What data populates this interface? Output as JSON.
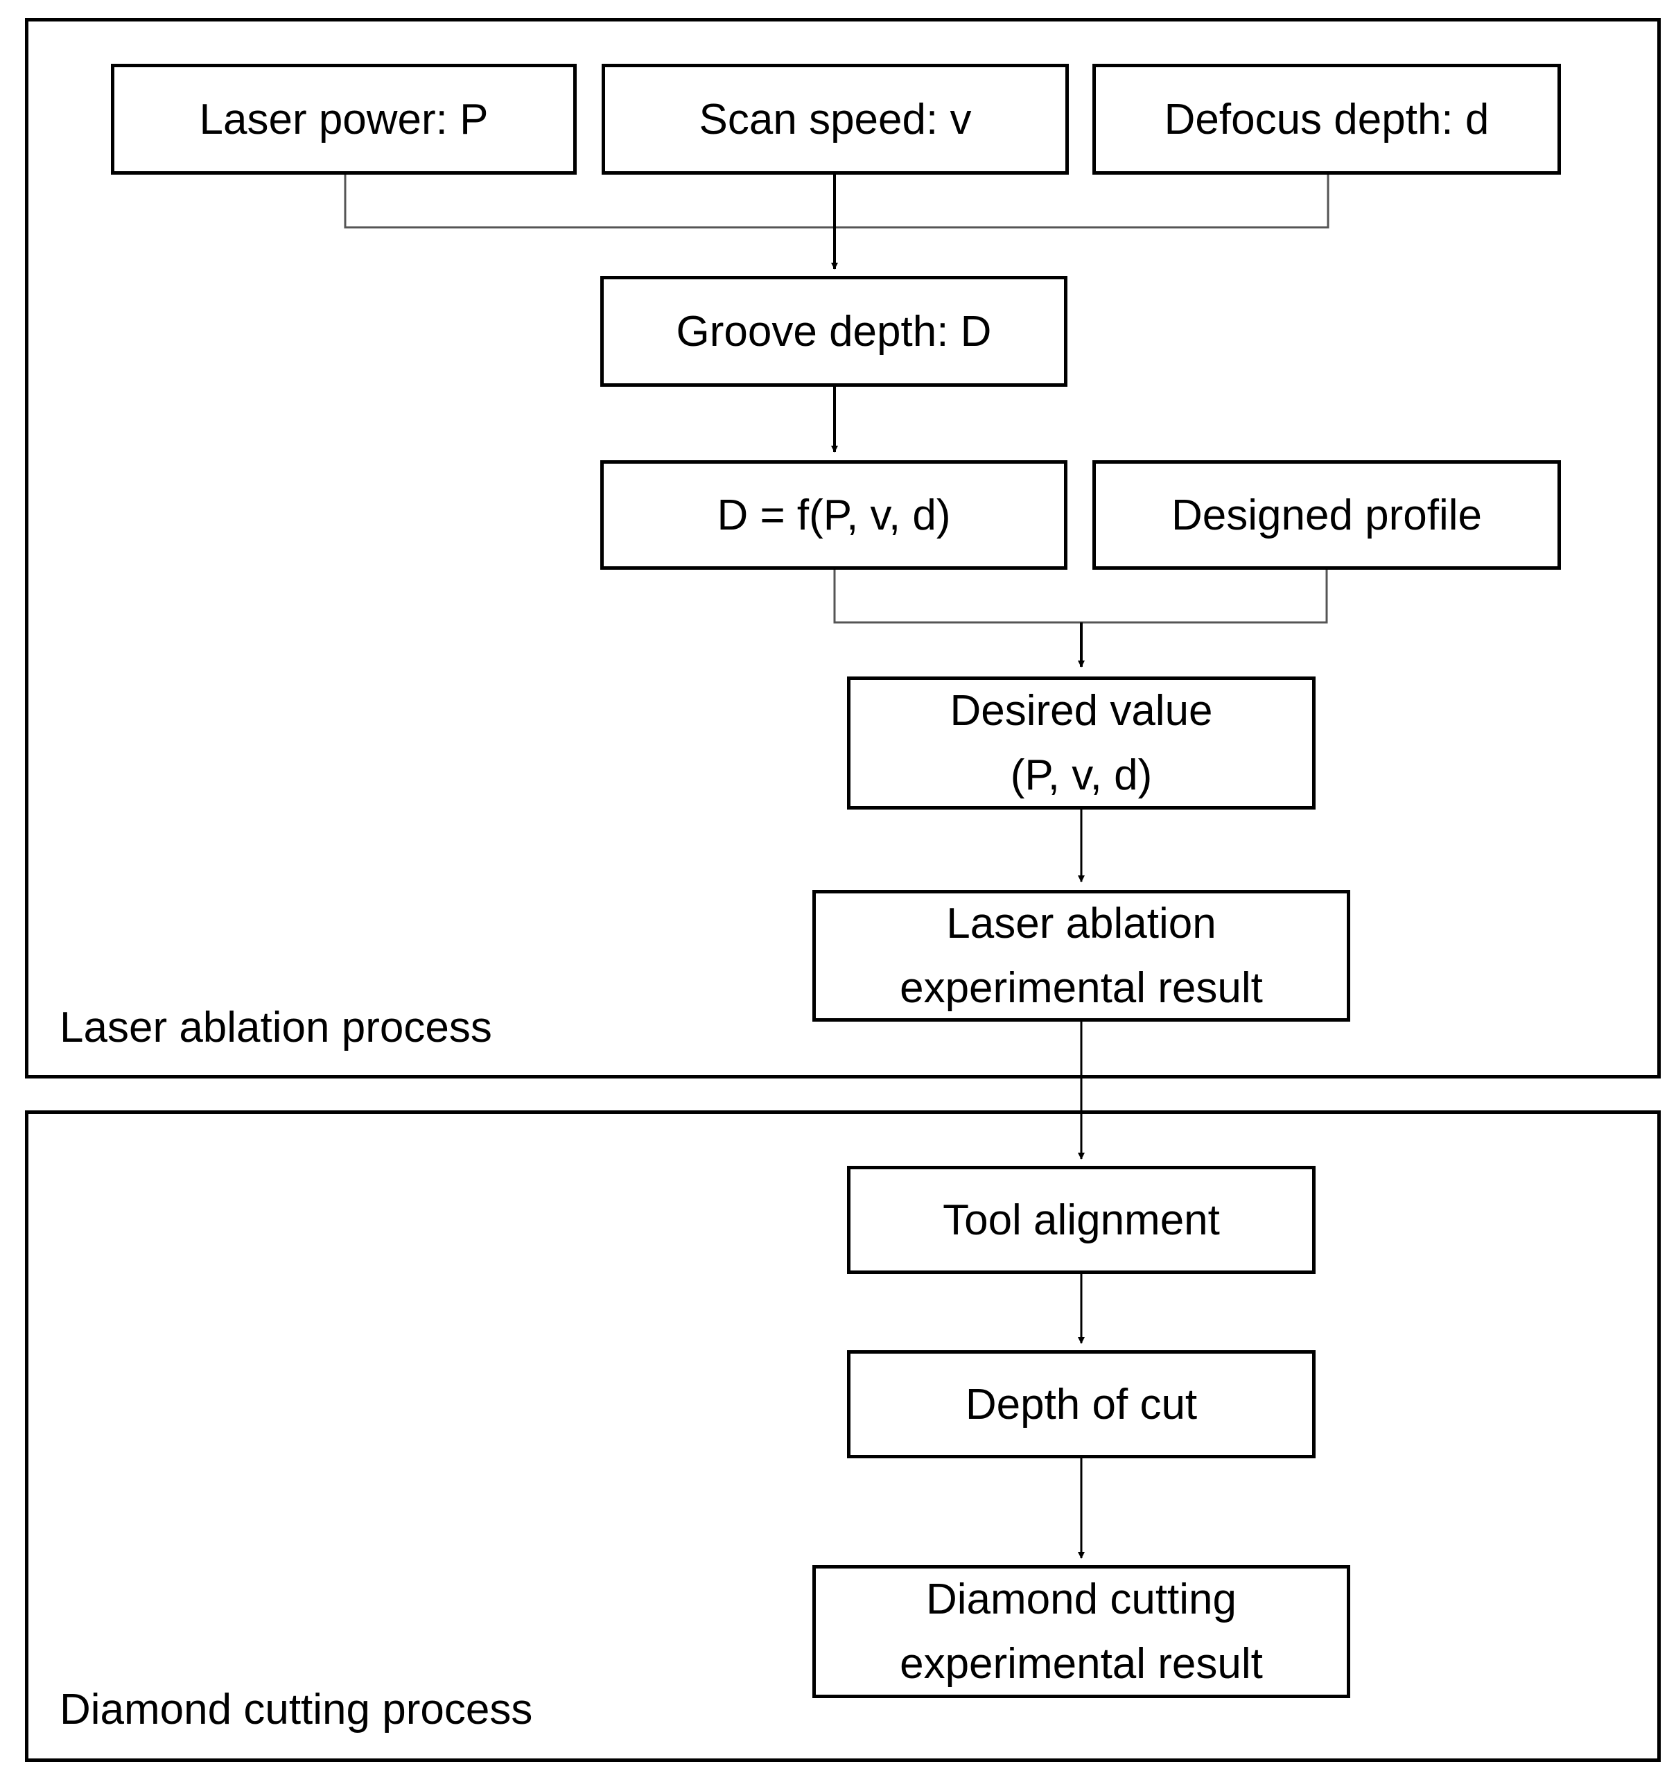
{
  "laser_panel": {
    "label": "Laser ablation process",
    "inputs": {
      "laser_power": "Laser power: P",
      "scan_speed": "Scan speed: v",
      "defocus_depth": "Defocus depth: d"
    },
    "groove_depth": "Groove depth: D",
    "function": "D = f(P, v, d)",
    "designed_profile": "Designed profile",
    "desired_value": [
      "Desired value",
      "(P, v, d)"
    ],
    "laser_result": [
      "Laser ablation",
      "experimental result"
    ]
  },
  "diamond_panel": {
    "label": "Diamond cutting process",
    "tool_alignment": "Tool alignment",
    "depth_of_cut": "Depth of cut",
    "diamond_result": [
      "Diamond cutting",
      "experimental result"
    ]
  }
}
